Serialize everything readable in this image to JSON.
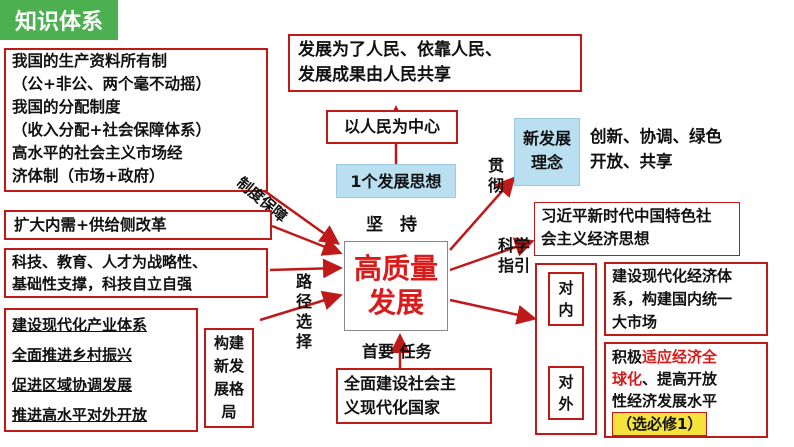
{
  "header": {
    "title": "知识体系"
  },
  "center": {
    "line1": "高质量",
    "line2": "发展"
  },
  "top": {
    "goal_lines": [
      "发展为了人民、依靠人民、",
      "发展成果由人民共享"
    ],
    "people_center": "以人民为中心",
    "thought": "1个发展思想",
    "adhere": "坚　持"
  },
  "left": {
    "ownership_lines": [
      "我国的生产资料所有制",
      "（公+非公、两个毫不动摇）",
      "我国的分配制度",
      "（收入分配+社会保障体系）",
      "高水平的社会主义市场经",
      "济体制（市场+政府）"
    ],
    "system_guarantee": "制度保障",
    "demand": "扩大内需+供给侧改革",
    "science_lines": [
      "科技、教育、人才为战略性、",
      "基础性支撑，科技自立自强"
    ],
    "path_choice": [
      "路",
      "径",
      "选",
      "择"
    ],
    "path_items": [
      "建设现代化产业体系",
      "全面推进乡村振兴",
      "促进区域协调发展",
      "推进高水平对外开放"
    ],
    "pattern": [
      "构建",
      "新发",
      "展格",
      "局"
    ]
  },
  "bottom": {
    "primary_task": "首要 任务",
    "modernization_lines": [
      "全面建设社会主",
      "义现代化国家"
    ]
  },
  "right": {
    "run_through": [
      "贯",
      "彻"
    ],
    "new_concept_label": [
      "新发展",
      "理念"
    ],
    "new_concept_lines": [
      "创新、协调、绿色",
      "开放、共享"
    ],
    "scientific_guidance": [
      "科学",
      "指引"
    ],
    "xi_thought_lines": [
      "习近平新时代中国特色社",
      "会主义经济思想"
    ],
    "internal_label": [
      "对",
      "内"
    ],
    "internal_lines": [
      "建设现代化经济体",
      "系，构建国内统一",
      "大市场"
    ],
    "external_label": [
      "对",
      "外"
    ],
    "external_prefix": "积极",
    "external_highlight_1": "适应经济全",
    "external_highlight_2": "球化",
    "external_suffix": "、提高开放",
    "external_line3": "性经济发展水平",
    "external_note": "（选必修1）"
  },
  "colors": {
    "accent_red": "#c01919",
    "text_red": "#d81b1b",
    "tag_green": "#4caf50",
    "concept_blue": "#b9dff1",
    "note_yellow": "#f5e23a"
  }
}
